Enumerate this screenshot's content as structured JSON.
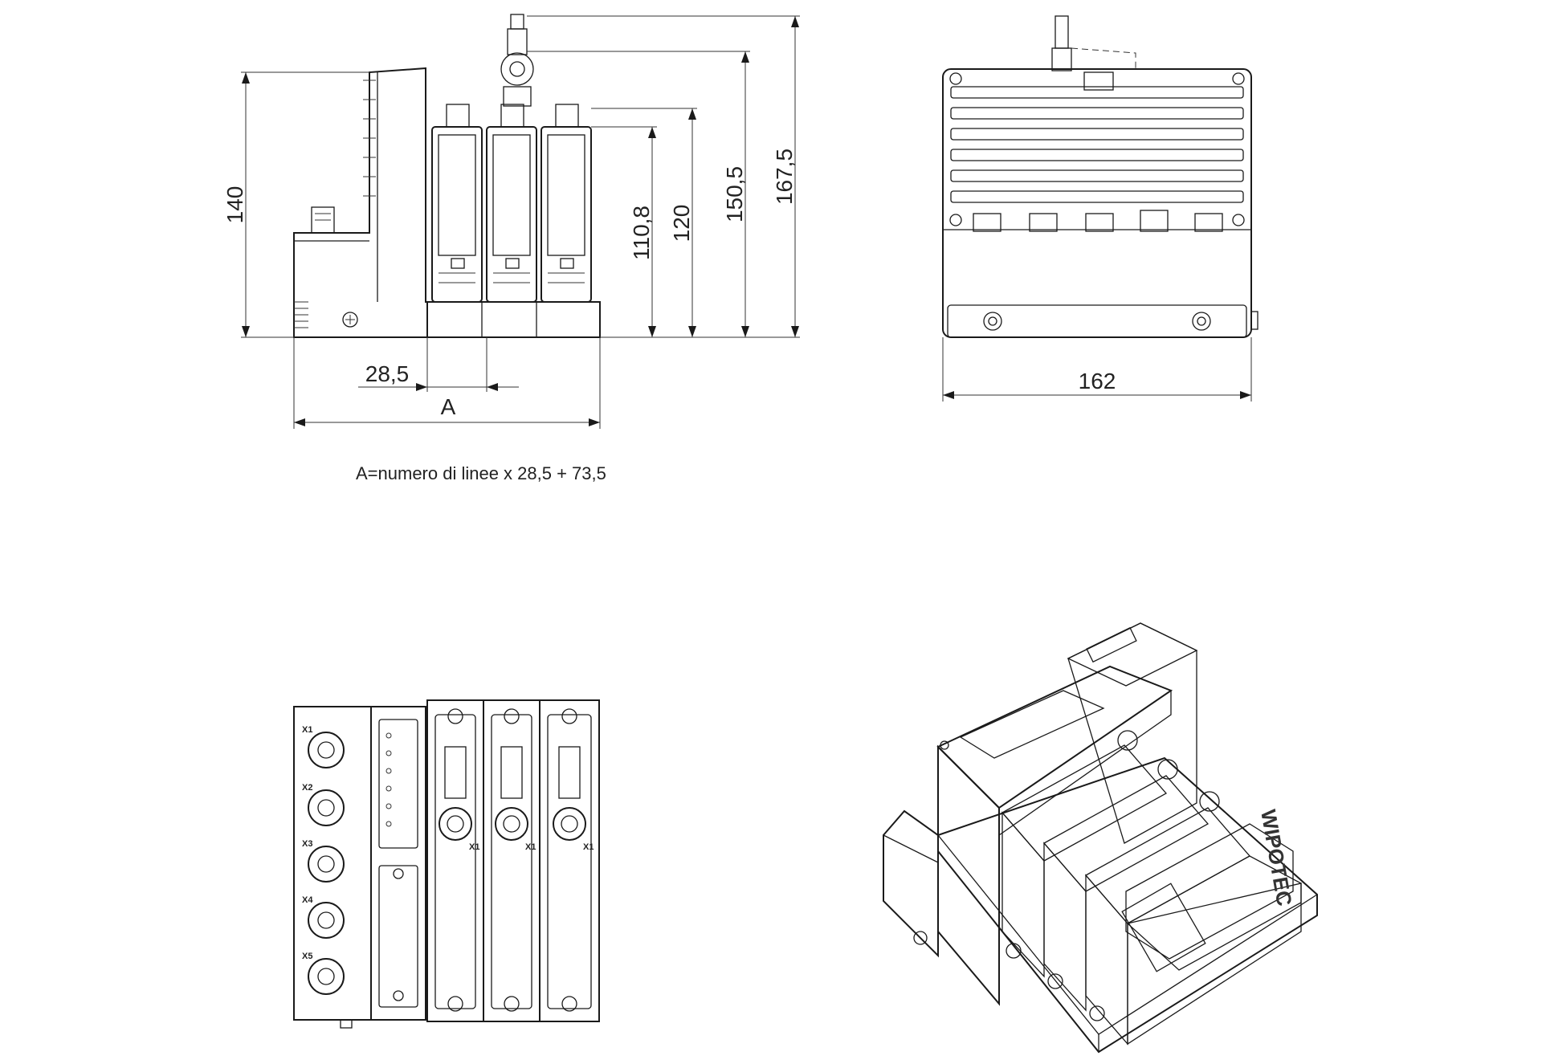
{
  "side_view": {
    "dim_height_left": "140",
    "dim_height_1": "110,8",
    "dim_height_2": "120",
    "dim_height_3": "150,5",
    "dim_height_4": "167,5",
    "dim_pitch": "28,5",
    "dim_width": "A"
  },
  "front_view": {
    "dim_width": "162"
  },
  "formula_note": "A=numero di linee x 28,5 + 73,5",
  "top_view": {
    "connectors": [
      "X1",
      "X2",
      "X3",
      "X4",
      "X5"
    ],
    "module_port_label": "X1"
  },
  "iso_view": {
    "brand_logo": "WIPOTEC"
  }
}
